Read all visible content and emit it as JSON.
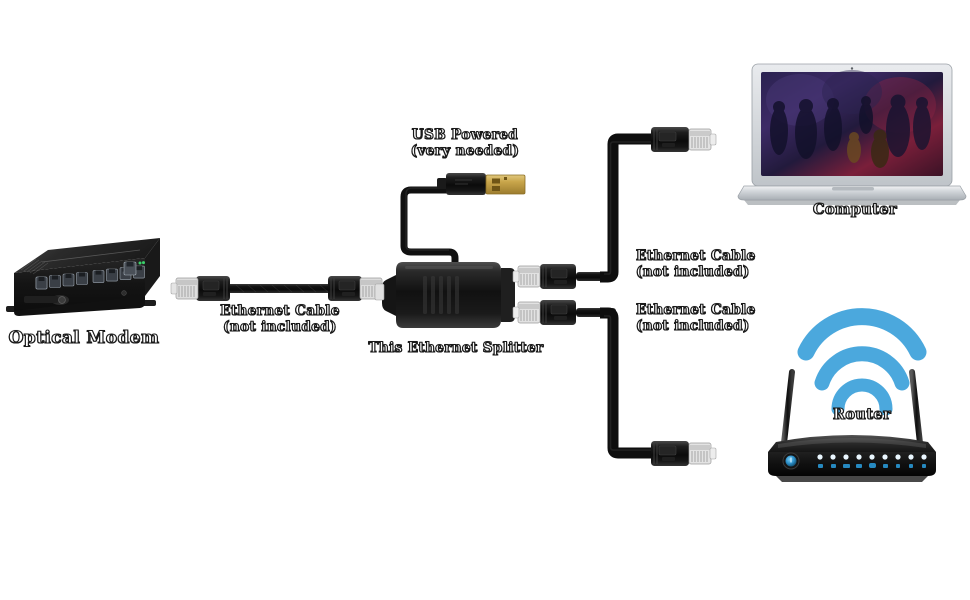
{
  "diagram": {
    "title": "Ethernet Splitter Connection Diagram",
    "background": "#ffffff",
    "labels": {
      "optical_modem": "Optical Modem",
      "ethernet_cable_left": "Ethernet Cable\n(not included)",
      "usb_powered": "USB Powered\n(very needed)",
      "this_splitter": "This Ethernet Splitter",
      "ethernet_cable_top_right": "Ethernet Cable\n(not included)",
      "ethernet_cable_bottom_right": "Ethernet Cable\n(not included)",
      "computer": "Computer",
      "router": "Router"
    },
    "colors": {
      "cable_black": "#151515",
      "device_black": "#1c1c1c",
      "usb_gold": "#c9a64b",
      "wifi_blue": "#4ba8dd",
      "laptop_silver": "#c9cdd2",
      "label_text": "#ffffff",
      "label_outline": "#1a1a1a",
      "rj45_clear": "#e8e8e8",
      "router_led": "#2b9fe0"
    },
    "nodes": [
      {
        "name": "optical-modem",
        "ports": 8,
        "extra_port": 1
      },
      {
        "name": "ethernet-splitter",
        "inputs": 1,
        "outputs": 2,
        "usb_power": true
      },
      {
        "name": "computer",
        "type": "laptop"
      },
      {
        "name": "router",
        "antennas": 2,
        "wifi_arcs": 3,
        "leds": 9
      }
    ]
  }
}
